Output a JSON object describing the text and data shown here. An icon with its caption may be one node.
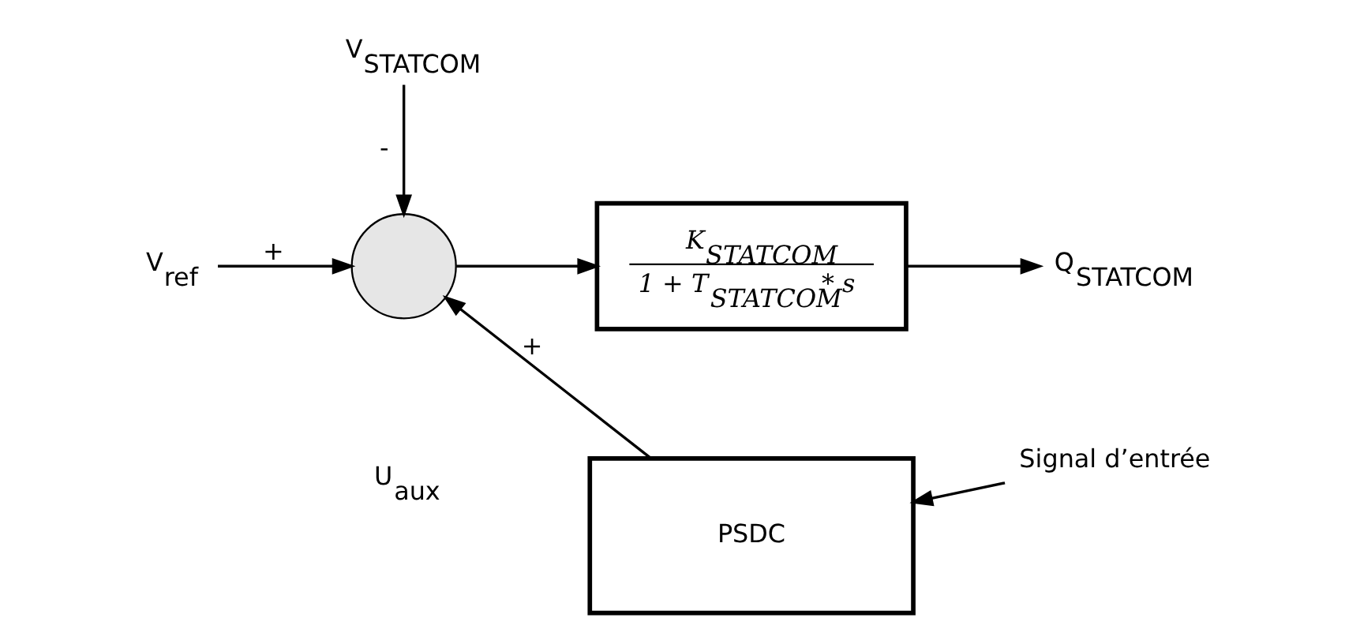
{
  "diagram": {
    "nodes": [
      {
        "text": [
          "V$_{ref}$"
        ]
      },
      {
        "text": [
          "V$_{STATCOM}$"
        ]
      },
      {
        "text": [],
        "shape": "circle"
      },
      {
        "text": [
          "K$_{STATCOM}$",
          "1 + T$_{STATCOM}$ * s"
        ]
      },
      {
        "text": [
          "Q$_{STATCOM}$"
        ]
      },
      {
        "text": [
          "PSDC"
        ]
      },
      {
        "text": [
          "Signal d’entrée"
        ]
      }
    ],
    "edges": [
      {
        "from": 0,
        "to": 2,
        "arrow": "to",
        "label": "+"
      },
      {
        "from": 1,
        "to": 2,
        "arrow": "to",
        "label": "-"
      },
      {
        "from": 5,
        "to": 2,
        "arrow": "to",
        "label": "+"
      },
      {
        "from": 2,
        "to": 3,
        "arrow": "to"
      },
      {
        "from": 3,
        "to": 4,
        "arrow": "to"
      },
      {
        "from": 6,
        "to": 5,
        "arrow": "to"
      }
    ],
    "labels": [
      "U$_{aux}$"
    ]
  }
}
